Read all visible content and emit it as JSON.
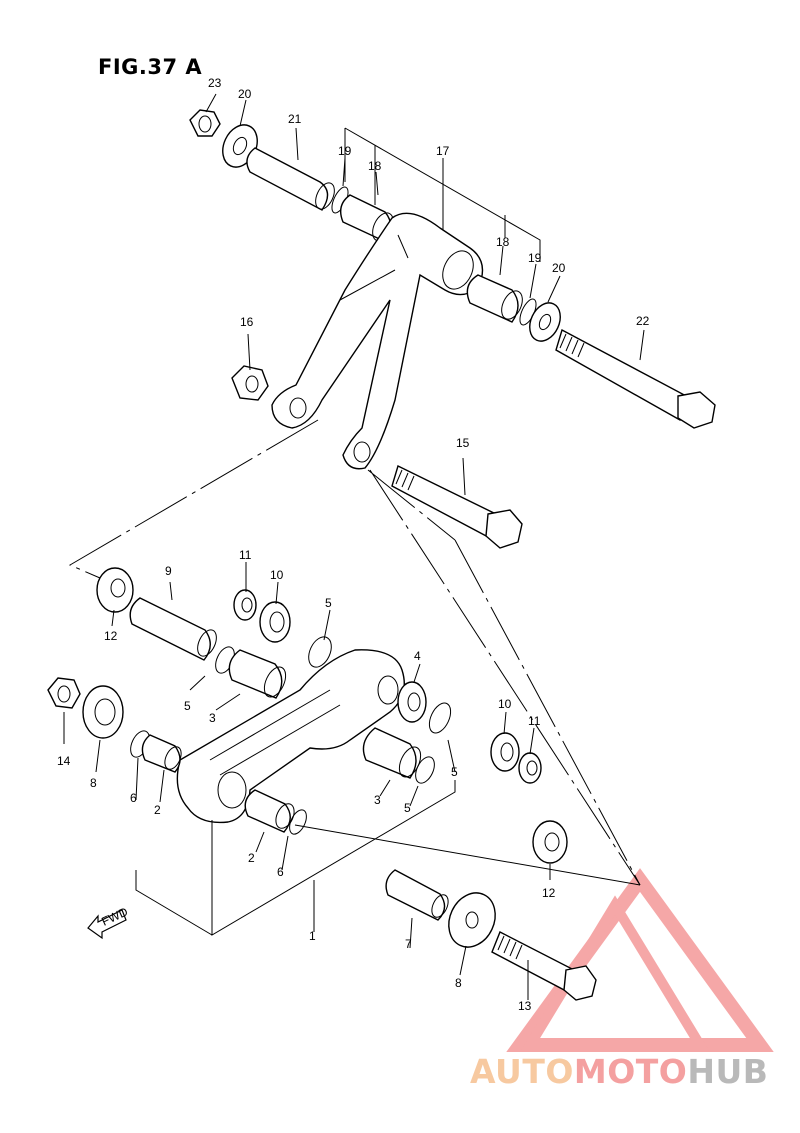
{
  "figure": {
    "title": "FIG.37 A"
  },
  "fwd_label": "FWD",
  "watermark": {
    "part1": "AUTO",
    "part2": "MOTO",
    "part3": "HUB",
    "colors": {
      "auto": "#f7c9a0",
      "moto": "#f4a0a0",
      "hub": "#b9b9b9",
      "triangle": "#f28a8a"
    }
  },
  "callouts": [
    "23",
    "20",
    "21",
    "19",
    "18",
    "17",
    "18",
    "19",
    "20",
    "22",
    "16",
    "15",
    "9",
    "11",
    "10",
    "5",
    "12",
    "4",
    "14",
    "8",
    "5",
    "3",
    "6",
    "2",
    "10",
    "11",
    "3",
    "5",
    "5",
    "2",
    "6",
    "12",
    "1",
    "7",
    "8",
    "13"
  ]
}
